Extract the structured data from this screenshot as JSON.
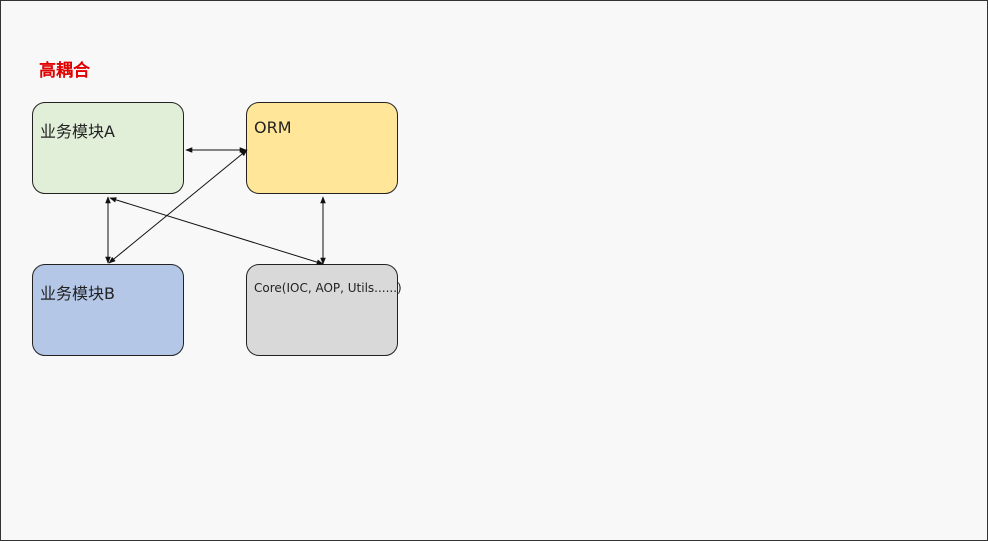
{
  "title": "高耦合",
  "colors": {
    "title": "#e00000",
    "module_a_fill": "#e1eed8",
    "orm_fill": "#ffe699",
    "module_b_fill": "#b4c7e7",
    "core_fill": "#d9d9d9",
    "border": "#222222"
  },
  "nodes": {
    "module_a": "业务模块A",
    "orm": "ORM",
    "module_b": "业务模块B",
    "core": "Core(IOC, AOP, Utils......)"
  },
  "edges": [
    {
      "from": "module_a",
      "to": "orm",
      "arrows": "both"
    },
    {
      "from": "module_a",
      "to": "module_b",
      "arrows": "both"
    },
    {
      "from": "module_b",
      "to": "orm",
      "arrows": "both"
    },
    {
      "from": "module_a",
      "to": "core",
      "arrows": "both"
    },
    {
      "from": "orm",
      "to": "core",
      "arrows": "both"
    }
  ]
}
